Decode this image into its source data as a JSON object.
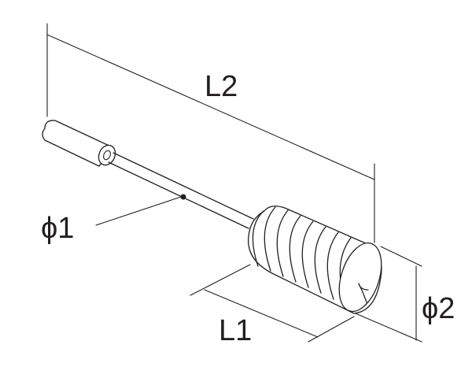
{
  "labels": {
    "overall_length": "L2",
    "brush_length": "L1",
    "wire_diameter": "ϕ1",
    "brush_diameter": "ϕ2"
  },
  "colors": {
    "line": "#231f20",
    "background": "#ffffff"
  }
}
